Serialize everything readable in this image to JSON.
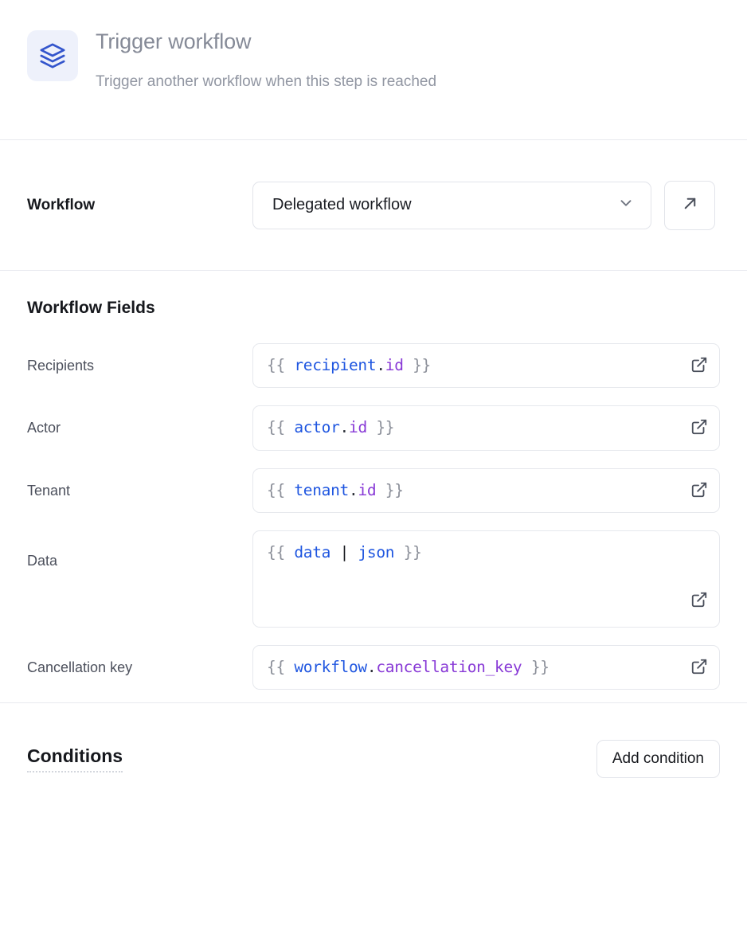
{
  "header": {
    "icon": "layers-stack-icon",
    "title": "Trigger workflow",
    "subtitle": "Trigger another workflow when this step is reached"
  },
  "workflow": {
    "label": "Workflow",
    "selected": "Delegated workflow",
    "dropdown_icon": "chevron-down-icon",
    "open_icon": "arrow-up-right-icon"
  },
  "fields_section": {
    "title": "Workflow Fields",
    "expand_icon": "external-link-icon",
    "fields": [
      {
        "label": "Recipients",
        "tokens": [
          {
            "text": "{{",
            "type": "brace"
          },
          {
            "text": " ",
            "type": "space"
          },
          {
            "text": "recipient",
            "type": "obj"
          },
          {
            "text": ".",
            "type": "dot"
          },
          {
            "text": "id",
            "type": "prop"
          },
          {
            "text": " ",
            "type": "space"
          },
          {
            "text": "}}",
            "type": "brace"
          }
        ],
        "value": "{{ recipient.id }}",
        "multiline": false
      },
      {
        "label": "Actor",
        "tokens": [
          {
            "text": "{{",
            "type": "brace"
          },
          {
            "text": " ",
            "type": "space"
          },
          {
            "text": "actor",
            "type": "obj"
          },
          {
            "text": ".",
            "type": "dot"
          },
          {
            "text": "id",
            "type": "prop"
          },
          {
            "text": " ",
            "type": "space"
          },
          {
            "text": "}}",
            "type": "brace"
          }
        ],
        "value": "{{ actor.id }}",
        "multiline": false
      },
      {
        "label": "Tenant",
        "tokens": [
          {
            "text": "{{",
            "type": "brace"
          },
          {
            "text": " ",
            "type": "space"
          },
          {
            "text": "tenant",
            "type": "obj"
          },
          {
            "text": ".",
            "type": "dot"
          },
          {
            "text": "id",
            "type": "prop"
          },
          {
            "text": " ",
            "type": "space"
          },
          {
            "text": "}}",
            "type": "brace"
          }
        ],
        "value": "{{ tenant.id }}",
        "multiline": false
      },
      {
        "label": "Data",
        "tokens": [
          {
            "text": "{{",
            "type": "brace"
          },
          {
            "text": " ",
            "type": "space"
          },
          {
            "text": "data",
            "type": "obj"
          },
          {
            "text": " ",
            "type": "space"
          },
          {
            "text": "|",
            "type": "pipe"
          },
          {
            "text": " ",
            "type": "space"
          },
          {
            "text": "json",
            "type": "filter"
          },
          {
            "text": " ",
            "type": "space"
          },
          {
            "text": "}}",
            "type": "brace"
          }
        ],
        "value": "{{ data | json }}",
        "multiline": true
      },
      {
        "label": "Cancellation key",
        "tokens": [
          {
            "text": "{{",
            "type": "brace"
          },
          {
            "text": " ",
            "type": "space"
          },
          {
            "text": "workflow",
            "type": "obj"
          },
          {
            "text": ".",
            "type": "dot"
          },
          {
            "text": "cancellation_key",
            "type": "prop"
          },
          {
            "text": " ",
            "type": "space"
          },
          {
            "text": "}}",
            "type": "brace"
          }
        ],
        "value": "{{ workflow.cancellation_key }}",
        "multiline": false
      }
    ]
  },
  "conditions": {
    "title": "Conditions",
    "add_label": "Add condition"
  },
  "colors": {
    "accent": "#3355cc",
    "icon_bg": "#eef1fb",
    "border": "#e2e4ea",
    "divider": "#e8eaef",
    "token_object": "#1f56e0",
    "token_property": "#8839d6",
    "token_brace": "#8b8f99",
    "title_gray": "#858a97"
  }
}
